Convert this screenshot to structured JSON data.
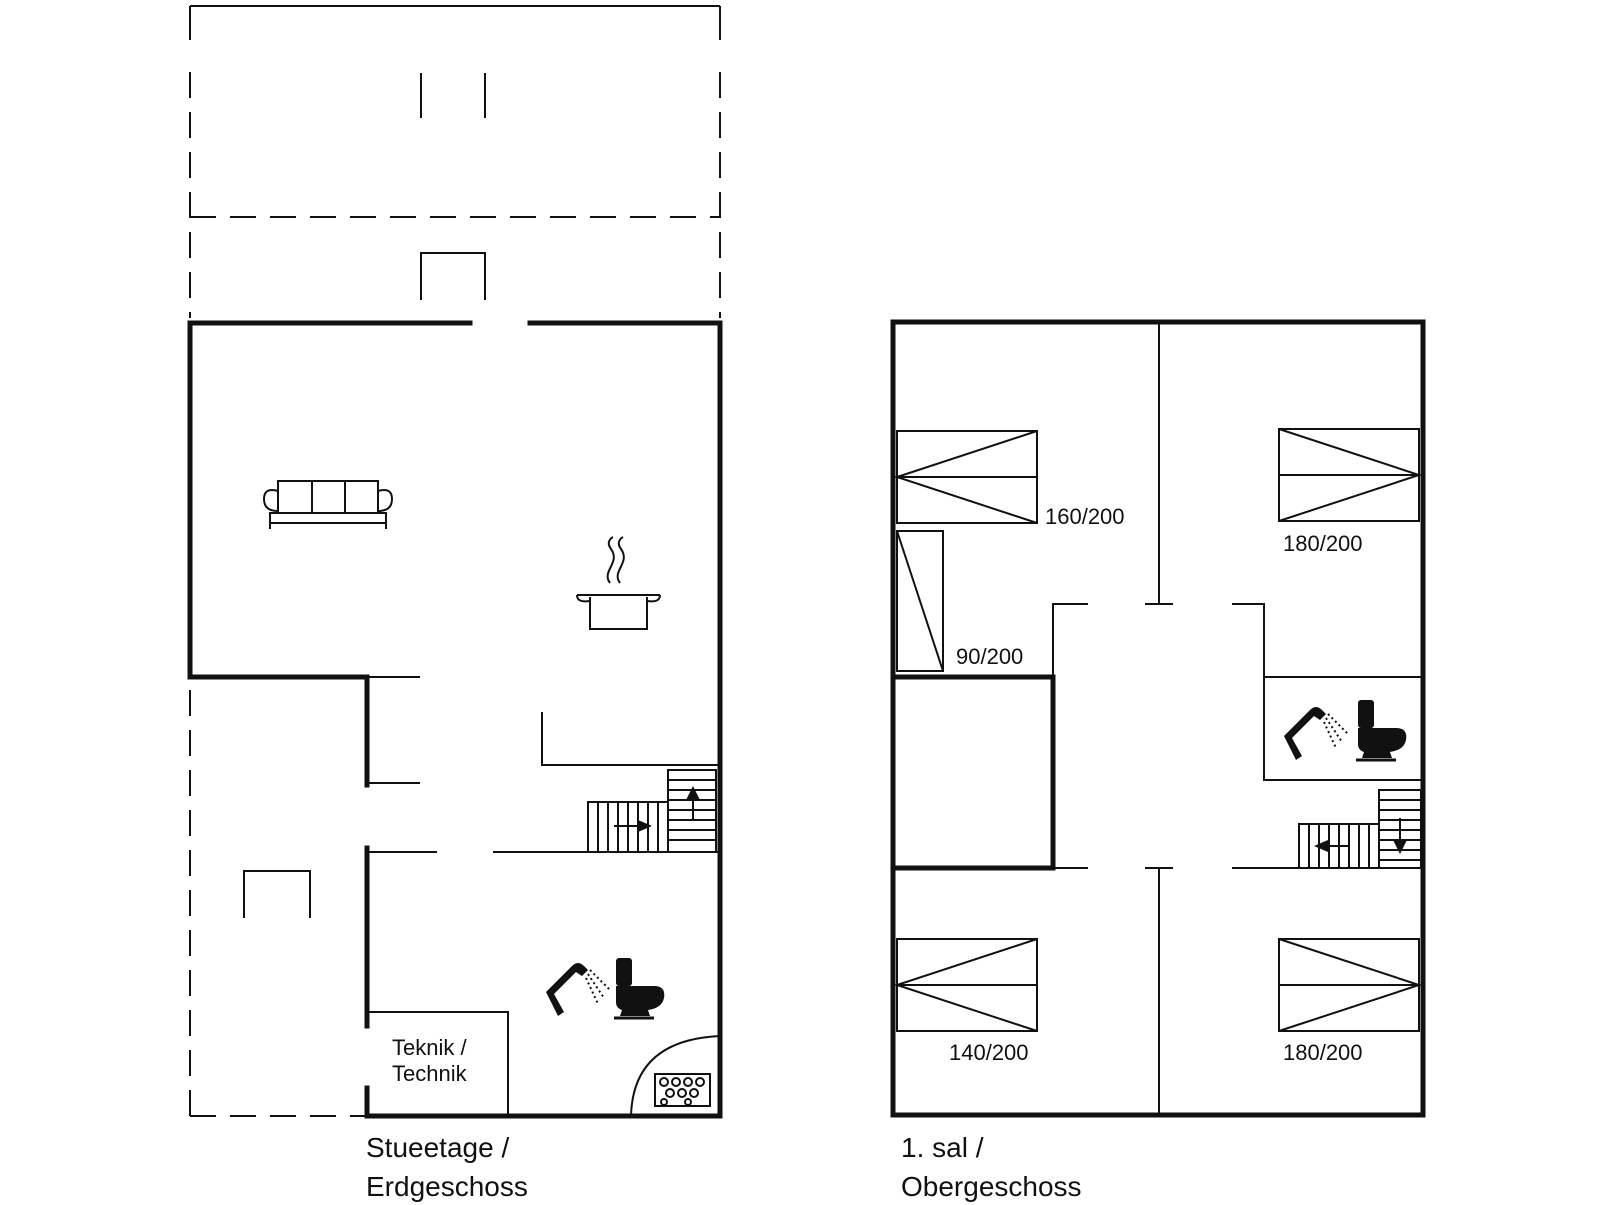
{
  "ground_floor": {
    "caption_line1": "Stueetage /",
    "caption_line2": "Erdgeschoss",
    "technik_line1": "Teknik /",
    "technik_line2": "Technik"
  },
  "upper_floor": {
    "caption_line1": "1. sal /",
    "caption_line2": "Obergeschoss",
    "beds": {
      "top_left": "160/200",
      "top_left_single": "90/200",
      "top_right": "180/200",
      "bottom_left": "140/200",
      "bottom_right": "180/200"
    }
  },
  "icons": [
    "sofa-icon",
    "cooking-pot-icon",
    "shower-icon",
    "toilet-icon",
    "stairs-icon",
    "sauna-stove-icon",
    "bed-icon"
  ]
}
